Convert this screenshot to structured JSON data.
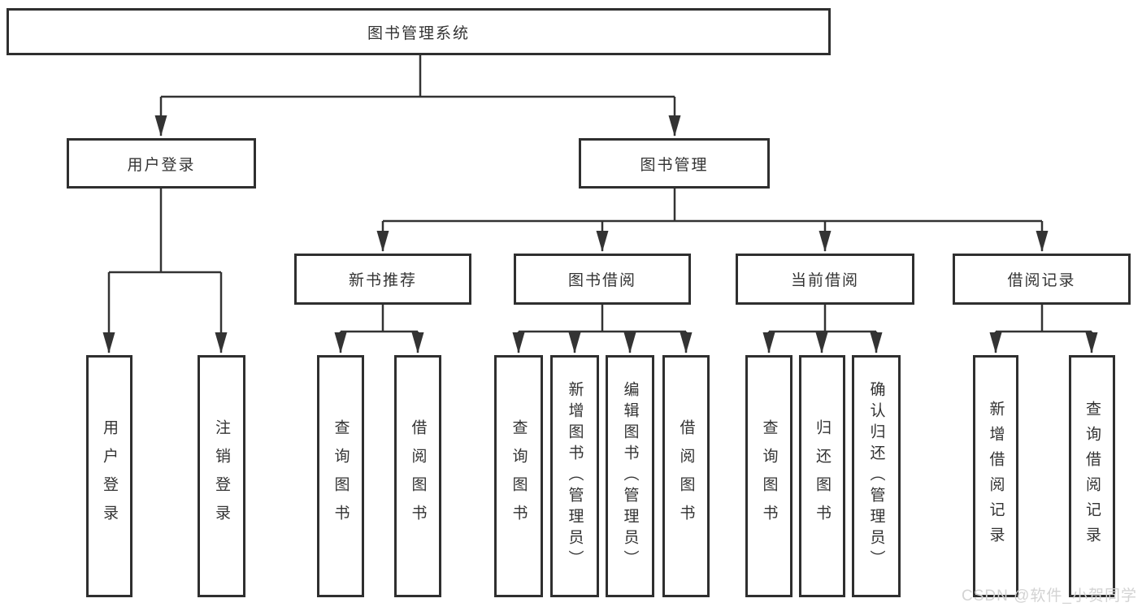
{
  "diagram": {
    "tree": {
      "root": {
        "label": "图书管理系统"
      },
      "branches": [
        {
          "label": "用户登录",
          "children": [
            {
              "label": "用户登录"
            },
            {
              "label": "注销登录"
            }
          ]
        },
        {
          "label": "图书管理",
          "children": [
            {
              "label": "新书推荐",
              "children": [
                {
                  "label": "查询图书"
                },
                {
                  "label": "借阅图书"
                }
              ]
            },
            {
              "label": "图书借阅",
              "children": [
                {
                  "label": "查询图书"
                },
                {
                  "label": "新增图书（管理员）"
                },
                {
                  "label": "编辑图书（管理员）"
                },
                {
                  "label": "借阅图书"
                }
              ]
            },
            {
              "label": "当前借阅",
              "children": [
                {
                  "label": "查询图书"
                },
                {
                  "label": "归还图书"
                },
                {
                  "label": "确认归还（管理员）"
                }
              ]
            },
            {
              "label": "借阅记录",
              "children": [
                {
                  "label": "新增借阅记录"
                },
                {
                  "label": "查询借阅记录"
                }
              ]
            }
          ]
        }
      ]
    }
  },
  "watermark": {
    "text": "CSDN @软件_小贺同学"
  },
  "colors": {
    "line": "#333333",
    "box_border": "#2f2f2f",
    "text": "#333333",
    "watermark": "#d3d3d3",
    "background": "#ffffff"
  }
}
